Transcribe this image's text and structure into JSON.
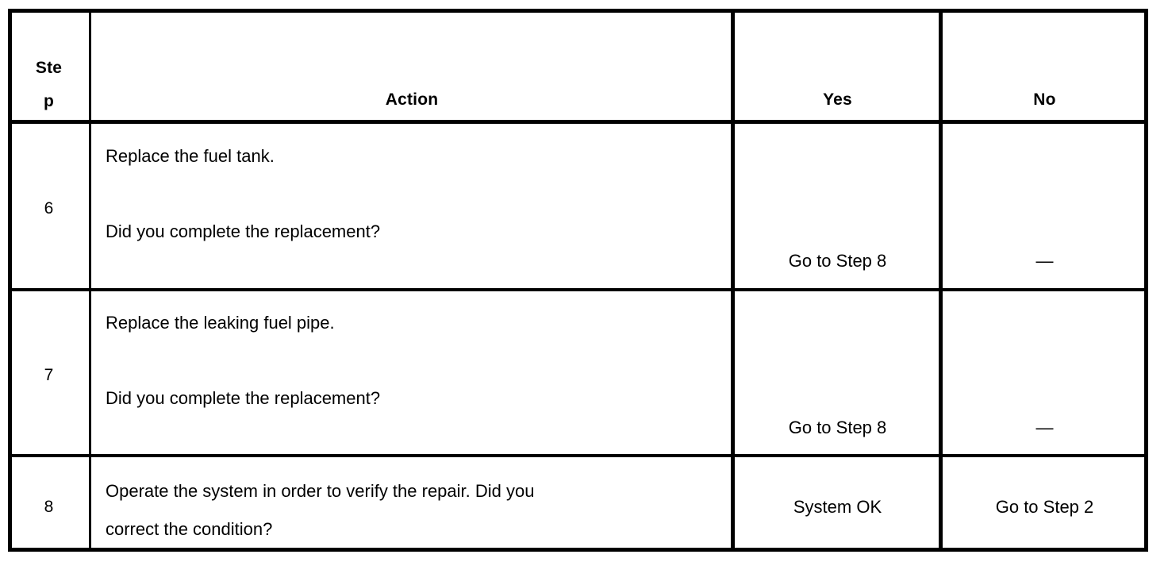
{
  "document": {
    "type": "diagnostic-troubleshooting-table",
    "background_color": "#ffffff",
    "text_color": "#000000",
    "border_color": "#000000"
  },
  "table": {
    "headers": {
      "step": "Step",
      "action": "Action",
      "yes": "Yes",
      "no": "No"
    },
    "rows": [
      {
        "step": "6",
        "action_line_1": "Replace the fuel tank.",
        "action_line_2": "Did you complete the replacement?",
        "yes": "Go to Step 8",
        "no": "—"
      },
      {
        "step": "7",
        "action_line_1": "Replace the leaking fuel pipe.",
        "action_line_2": "Did you complete the replacement?",
        "yes": "Go to Step 8",
        "no": "—"
      },
      {
        "step": "8",
        "action_line_1": "Operate the system in order to verify the repair. Did you",
        "action_line_2": "correct the condition?",
        "yes": "System OK",
        "no": "Go to Step 2"
      }
    ]
  }
}
